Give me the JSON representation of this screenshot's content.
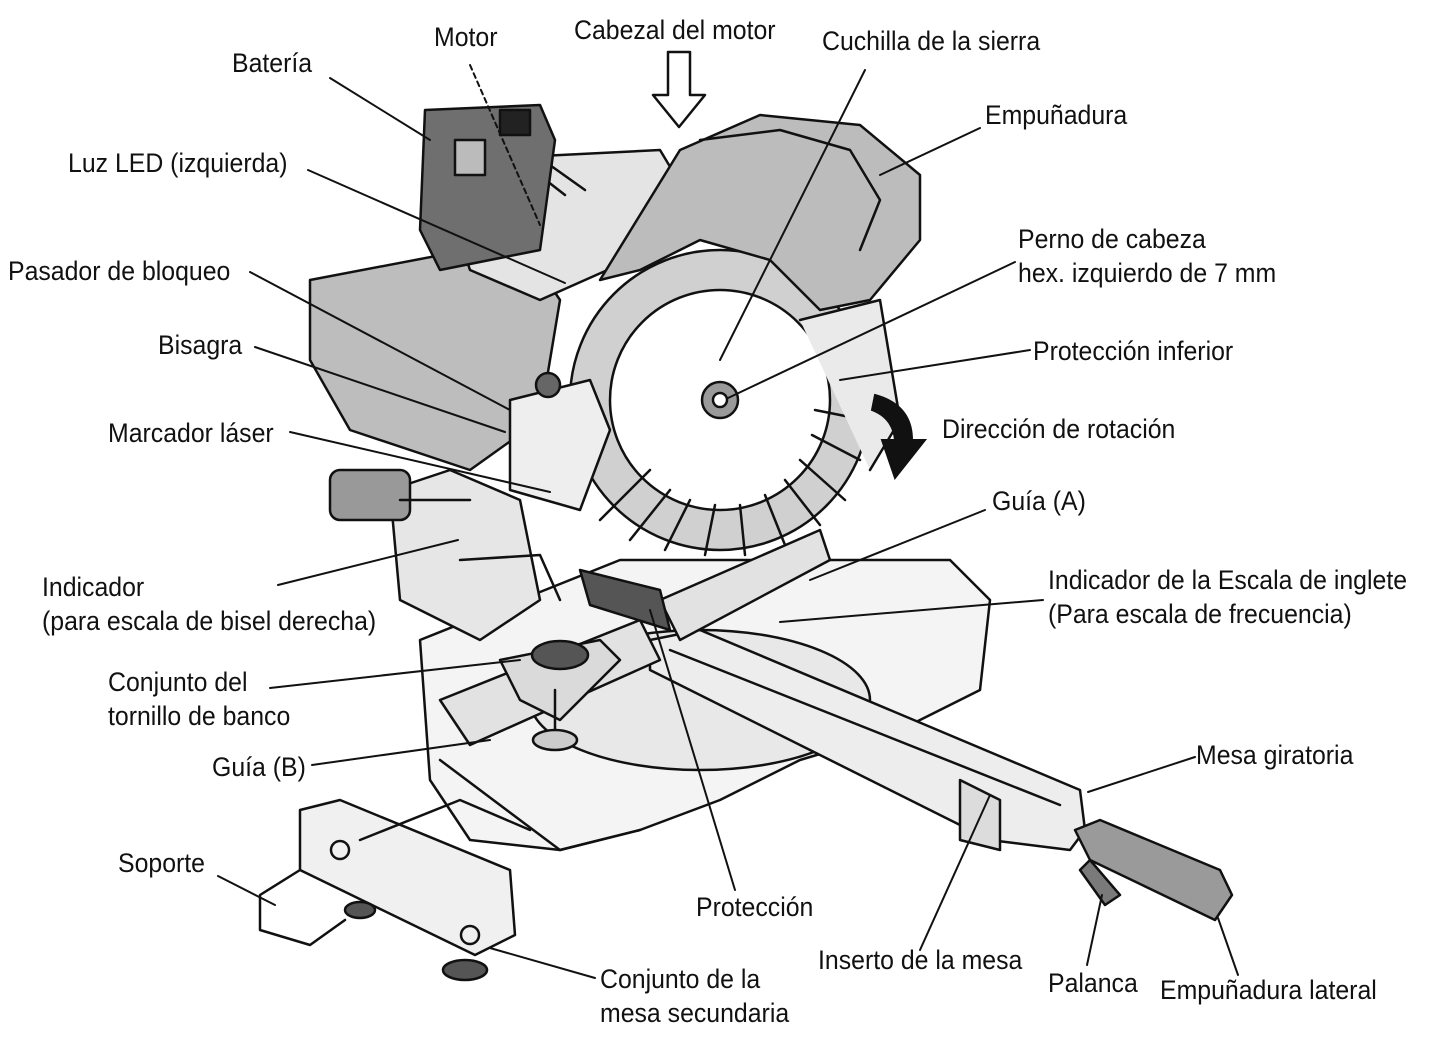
{
  "labels": {
    "bateria": "Batería",
    "motor": "Motor",
    "cabezal": "Cabezal del motor",
    "cuchilla": "Cuchilla de la sierra",
    "empunadura": "Empuñadura",
    "luz_led": "Luz LED (izquierda)",
    "pasador": "Pasador de bloqueo",
    "bisagra": "Bisagra",
    "perno_1": "Perno de cabeza",
    "perno_2": "hex. izquierdo de 7 mm",
    "proteccion_inferior": "Protección inferior",
    "marcador_laser": "Marcador láser",
    "direccion_rotacion": "Dirección de rotación",
    "guia_a": "Guía (A)",
    "indicador_1": "Indicador",
    "indicador_2": "(para escala de bisel derecha)",
    "indicador_inglete_1": "Indicador de la Escala de inglete",
    "indicador_inglete_2": "(Para escala de frecuencia)",
    "conjunto_tornillo_1": "Conjunto del",
    "conjunto_tornillo_2": "tornillo de banco",
    "guia_b": "Guía (B)",
    "mesa_giratoria": "Mesa giratoria",
    "soporte": "Soporte",
    "proteccion": "Protección",
    "inserto_mesa": "Inserto de la mesa",
    "palanca": "Palanca",
    "empunadura_lateral": "Empuñadura lateral",
    "conjunto_mesa_1": "Conjunto de la",
    "conjunto_mesa_2": "mesa secundaria"
  },
  "colors": {
    "ink": "#111111",
    "shade": "#8a8a8a",
    "light_shade": "#cfcfcf"
  },
  "icons": [
    "down-arrow-icon",
    "rotation-arrow-icon"
  ]
}
